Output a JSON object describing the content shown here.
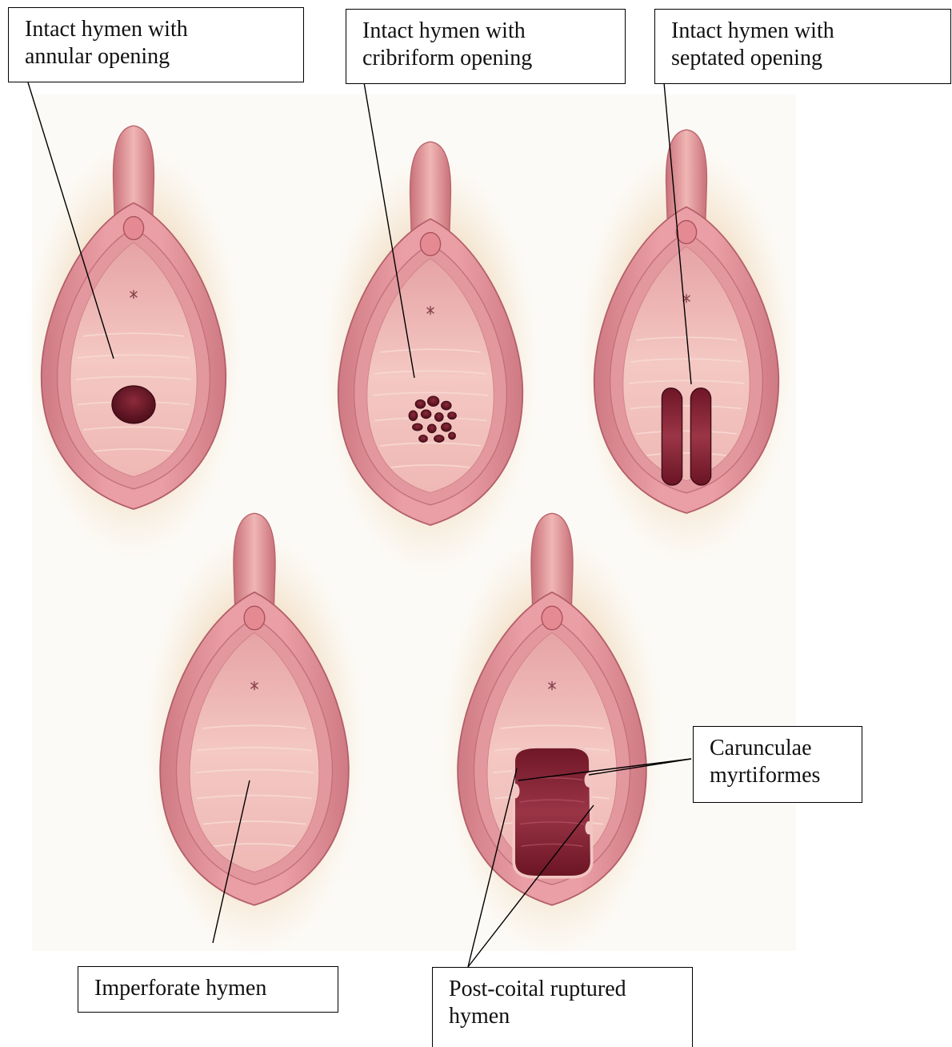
{
  "colors": {
    "background": "#ffffff",
    "panel_background": "#fbf8f3",
    "outer_tissue": "#e5949c",
    "outer_tissue_dark": "#c66f78",
    "inner_tissue": "#efb8b6",
    "inner_tissue_light": "#f6d2cc",
    "opening": "#7a1e2e",
    "opening_dark": "#4a0c18",
    "skin_shadow": "#e8d2a8",
    "leader_line": "#000000"
  },
  "labels": {
    "annular": {
      "line1": "Intact hymen with",
      "line2": "annular opening"
    },
    "cribriform": {
      "line1": "Intact hymen with",
      "line2": "cribriform  opening"
    },
    "septated": {
      "line1": "Intact hymen with",
      "line2": "septated opening"
    },
    "carunculae": {
      "line1": "Carunculae",
      "line2": "myrtiformes"
    },
    "imperforate": {
      "line1": "Imperforate hymen"
    },
    "ruptured": {
      "line1": "Post-coital ruptured",
      "line2": "hymen"
    }
  },
  "figures": [
    {
      "name": "annular-hymen-illustration",
      "opening": "annular"
    },
    {
      "name": "cribriform-hymen-illustration",
      "opening": "cribriform"
    },
    {
      "name": "septated-hymen-illustration",
      "opening": "septated"
    },
    {
      "name": "imperforate-hymen-illustration",
      "opening": "none"
    },
    {
      "name": "ruptured-hymen-illustration",
      "opening": "ruptured"
    }
  ]
}
